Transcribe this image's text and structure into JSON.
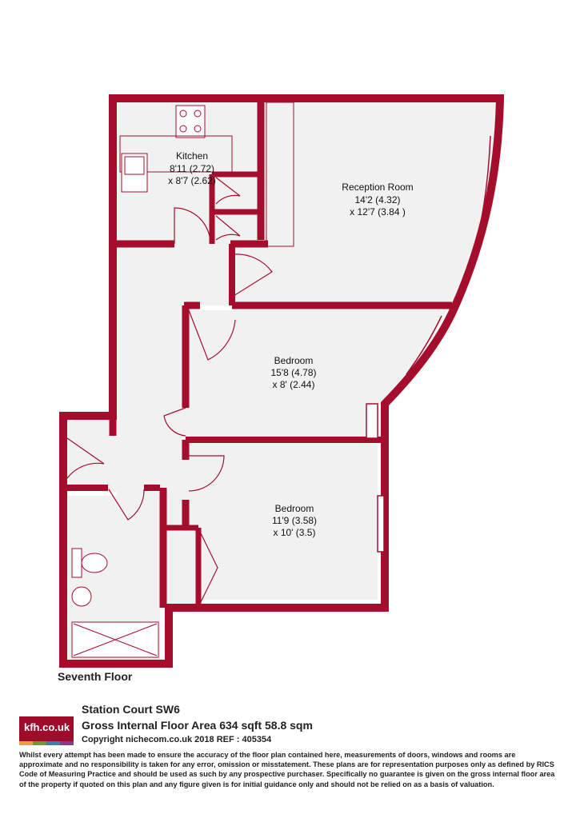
{
  "rooms": [
    {
      "name": "Kitchen",
      "dim1": "8'11 (2.72)",
      "dim2": "x 8'7 (2.62)"
    },
    {
      "name": "Reception Room",
      "dim1": "14'2 (4.32)",
      "dim2": "x 12'7 (3.84 )"
    },
    {
      "name": "Bedroom",
      "dim1": "15'8 (4.78)",
      "dim2": "x 8' (2.44)"
    },
    {
      "name": "Bedroom",
      "dim1": "11'9 (3.58)",
      "dim2": "x 10' (3.5)"
    }
  ],
  "floor_label": "Seventh Floor",
  "property": {
    "title": "Station Court  SW6",
    "area": "Gross Internal Floor Area 634 sqft 58.8 sqm",
    "copyright": "Copyright nichecom.co.uk 2018 REF : 405354"
  },
  "logo": {
    "text": "kfh.co.uk"
  },
  "disclaimer": "Whilst every attempt has been made to ensure the accuracy of the floor plan contained here, measurements of doors, windows and rooms are approximate and no responsibility is taken for any error, omission or misstatement.  These plans are for representation purposes only as defined by RICS Code of Measuring Practice and should be used as such by any prospective purchaser.  Specifically no guarantee is given on the gross internal floor area of the property if quoted on this plan and any figure given is for initial guidance only and should not be relied on as a basis of valuation.",
  "colors": {
    "wall": "#a50d2d",
    "floor": "#f2f1f1",
    "logo_bg": "#9e0b2b"
  }
}
